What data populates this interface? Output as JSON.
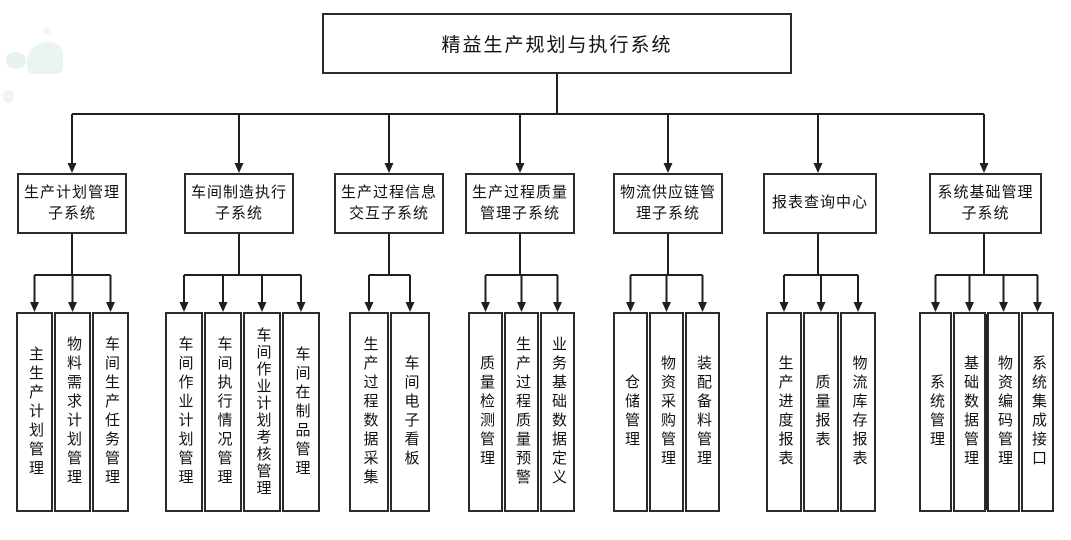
{
  "tree": {
    "root_label": "精益生产规划与执行系统",
    "subsystems": [
      {
        "label": "生产计划管理\n子系统",
        "children": [
          "主生产计划管理",
          "物料需求计划管理",
          "车间生产任务管理"
        ]
      },
      {
        "label": "车间制造执行\n子系统",
        "children": [
          "车间作业计划管理",
          "车间执行情况管理",
          "车间作业计划考核管理",
          "车间在制品管理"
        ]
      },
      {
        "label": "生产过程信息\n交互子系统",
        "children": [
          "生产过程数据采集",
          "车间电子看板"
        ]
      },
      {
        "label": "生产过程质量\n管理子系统",
        "children": [
          "质量检测管理",
          "生产过程质量预警",
          "业务基础数据定义"
        ]
      },
      {
        "label": "物流供应链管\n理子系统",
        "children": [
          "仓储管理",
          "物资采购管理",
          "装配备料管理"
        ]
      },
      {
        "label": "报表查询中心",
        "children": [
          "生产进度报表",
          "质量报表",
          "物流库存报表"
        ]
      },
      {
        "label": "系统基础管理\n子系统",
        "children": [
          "系统管理",
          "基础数据管理",
          "物资编码管理",
          "系统集成接口"
        ]
      }
    ]
  },
  "colors": {
    "line": "#1f1f1f",
    "box_border": "#2b2b2b",
    "background": "#ffffff",
    "watermark": "#e8f3ee"
  }
}
